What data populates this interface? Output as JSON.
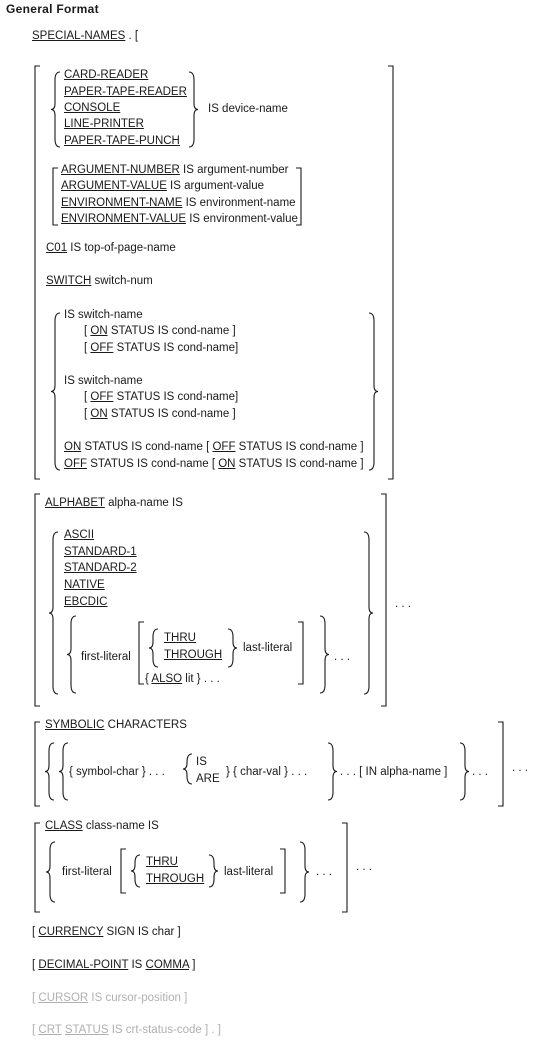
{
  "title": "General Format",
  "special_names_header": [
    "SPECIAL-NAMES",
    " . ["
  ],
  "device_names": [
    "CARD-READER",
    "PAPER-TAPE-READER",
    "CONSOLE",
    "LINE-PRINTER",
    "PAPER-TAPE-PUNCH"
  ],
  "is_device_name": "IS device-name",
  "arguments": [
    [
      "ARGUMENT-NUMBER",
      " IS argument-number"
    ],
    [
      "ARGUMENT-VALUE",
      " IS argument-value"
    ],
    [
      "ENVIRONMENT-NAME",
      " IS environment-name"
    ],
    [
      "ENVIRONMENT-VALUE",
      " IS environment-value"
    ]
  ],
  "c01": [
    "C01",
    " IS top-of-page-name"
  ],
  "switch": [
    "SWITCH",
    " switch-num"
  ],
  "switch_block": [
    [
      "IS switch-name"
    ],
    [
      "[ ",
      "ON",
      " STATUS IS cond-name ]"
    ],
    [
      "[ ",
      "OFF",
      " STATUS IS cond-name]"
    ],
    [
      "IS switch-name"
    ],
    [
      "[ ",
      "OFF",
      " STATUS IS cond-name]"
    ],
    [
      "[ ",
      "ON",
      " STATUS IS cond-name ]"
    ],
    [
      "",
      "ON",
      " STATUS IS cond-name [ ",
      "OFF",
      " STATUS IS cond-name ]"
    ],
    [
      "",
      "OFF",
      " STATUS IS cond-name [ ",
      "ON",
      " STATUS IS cond-name ]"
    ]
  ],
  "alphabet_header": [
    "ALPHABET",
    " alpha-name IS"
  ],
  "alphabet_names": [
    "ASCII",
    "STANDARD-1",
    "STANDARD-2",
    "NATIVE",
    "EBCDIC"
  ],
  "first_literal": "first-literal",
  "thru": "THRU",
  "through": "THROUGH",
  "last_literal": "last-literal",
  "also_lit": [
    "{ ",
    "ALSO",
    " lit } . . ."
  ],
  "ellipsis": ". . .",
  "symbolic_header": [
    "SYMBOLIC",
    " CHARACTERS"
  ],
  "symbolic_line": {
    "symbol_char": "{ symbol-char } . . .",
    "is": "IS",
    "are": "ARE",
    "char_val": "} { char-val } . . .",
    "in_alpha": ". . . [ IN alpha-name ]"
  },
  "class_header": [
    "CLASS",
    " class-name IS"
  ],
  "currency": [
    "[ ",
    "CURRENCY",
    " SIGN IS char ]"
  ],
  "decimal": [
    "[ ",
    "DECIMAL-POINT",
    " IS ",
    "COMMA",
    " ]"
  ],
  "cursor": [
    "[ ",
    "CURSOR",
    " IS cursor-position ]"
  ],
  "crt": [
    "[ ",
    "CRT",
    " ",
    "STATUS",
    " IS crt-status-code ] . ]"
  ]
}
